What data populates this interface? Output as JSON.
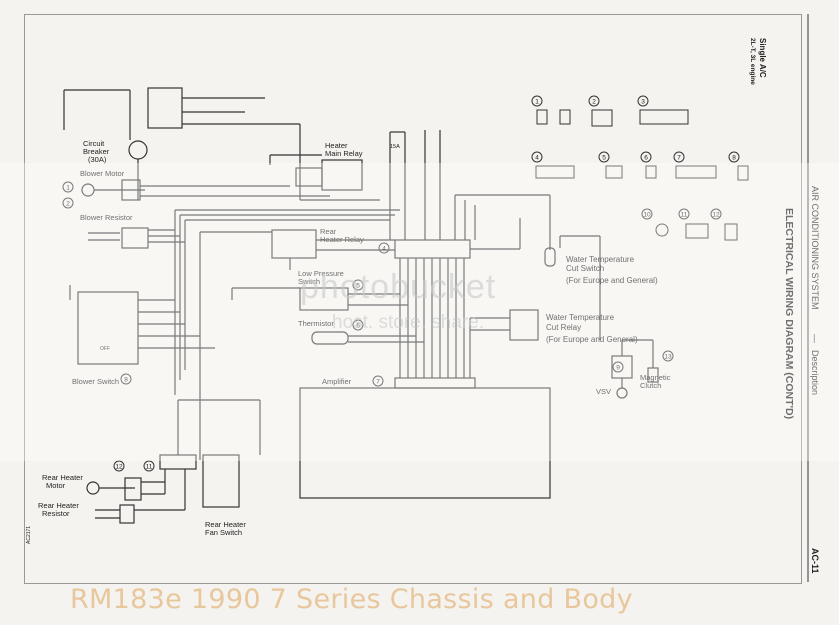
{
  "header": {
    "variant_line1": "Single A/C",
    "variant_line2": "2L-T, 3L engine",
    "section_title": "AIR CONDITIONING SYSTEM",
    "section_dash": "—",
    "section_sub": "Description",
    "diagram_title": "ELECTRICAL WIRING DIAGRAM (CONT'D)",
    "page_number": "AC-11"
  },
  "components": {
    "circuit_breaker": "Circuit",
    "circuit_breaker_2": "Breaker",
    "circuit_breaker_rating": "(30A)",
    "heater_main_relay_1": "Heater",
    "heater_main_relay_2": "Main Relay",
    "blower_motor": "Blower Motor",
    "blower_resistor": "Blower Resistor",
    "rear_heater_relay_1": "Rear",
    "rear_heater_relay_2": "Heater Relay",
    "low_pressure_switch_1": "Low Pressure",
    "low_pressure_switch_2": "Switch",
    "thermistor": "Thermistor",
    "blower_switch": "Blower Switch",
    "amplifier": "Amplifier",
    "water_temp_cut_switch_1": "Water Temperature",
    "water_temp_cut_switch_2": "Cut Switch",
    "water_temp_cut_switch_3": "(For Europe and General)",
    "water_temp_cut_relay_1": "Water Temperature",
    "water_temp_cut_relay_2": "Cut Relay",
    "water_temp_cut_relay_3": "(For Europe and General)",
    "vsv": "VSV",
    "magnetic_clutch_1": "Magnetic",
    "magnetic_clutch_2": "Clutch",
    "rear_heater_motor_1": "Rear Heater",
    "rear_heater_motor_2": "Motor",
    "rear_heater_resistor_1": "Rear Heater",
    "rear_heater_resistor_2": "Resistor",
    "rear_heater_fan_switch_1": "Rear Heater",
    "rear_heater_fan_switch_2": "Fan Switch",
    "fuse_label": "15A",
    "off_label": "OFF"
  },
  "callouts": {
    "n1": "1",
    "n2": "2",
    "n3": "3",
    "n4": "4",
    "n5": "5",
    "n6": "6",
    "n7": "7",
    "n8": "8",
    "n9": "9",
    "n10": "10",
    "n11": "11",
    "n12": "12",
    "n13": "13"
  },
  "side_code": "AC2171",
  "watermark": {
    "main": "photobucket",
    "sub": "host. store. share."
  },
  "caption": "RM183e 1990 7 Series Chassis and Body",
  "colors": {
    "line": "#333333",
    "caption": "#e9c79c",
    "background": "#f4f3ef"
  }
}
